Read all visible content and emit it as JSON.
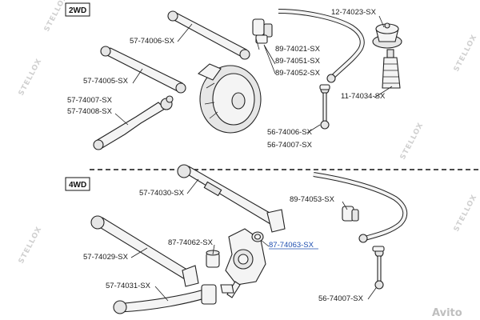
{
  "sections": {
    "top": "2WD",
    "bottom": "4WD"
  },
  "watermark": "STELLOX",
  "site_mark": "Avito",
  "labels": {
    "p_12_74023": "12-74023-SX",
    "p_57_74006": "57-74006-SX",
    "p_89_74021": "89-74021-SX",
    "p_89_74051": "89-74051-SX",
    "p_89_74052": "89-74052-SX",
    "p_57_74005": "57-74005-SX",
    "p_11_74034": "11-74034-SX",
    "p_57_74007": "57-74007-SX",
    "p_57_74008": "57-74008-SX",
    "p_56_74006": "56-74006-SX",
    "p_56_74007_top": "56-74007-SX",
    "p_57_74030": "57-74030-SX",
    "p_89_74053": "89-74053-SX",
    "p_87_74062": "87-74062-SX",
    "p_87_74063": "87-74063-SX",
    "p_57_74029": "57-74029-SX",
    "p_57_74031": "57-74031-SX",
    "p_56_74007_bot": "56-74007-SX"
  },
  "colors": {
    "highlight": "#1f4fb0",
    "line": "#222222",
    "watermark": "#d0d0d0"
  }
}
